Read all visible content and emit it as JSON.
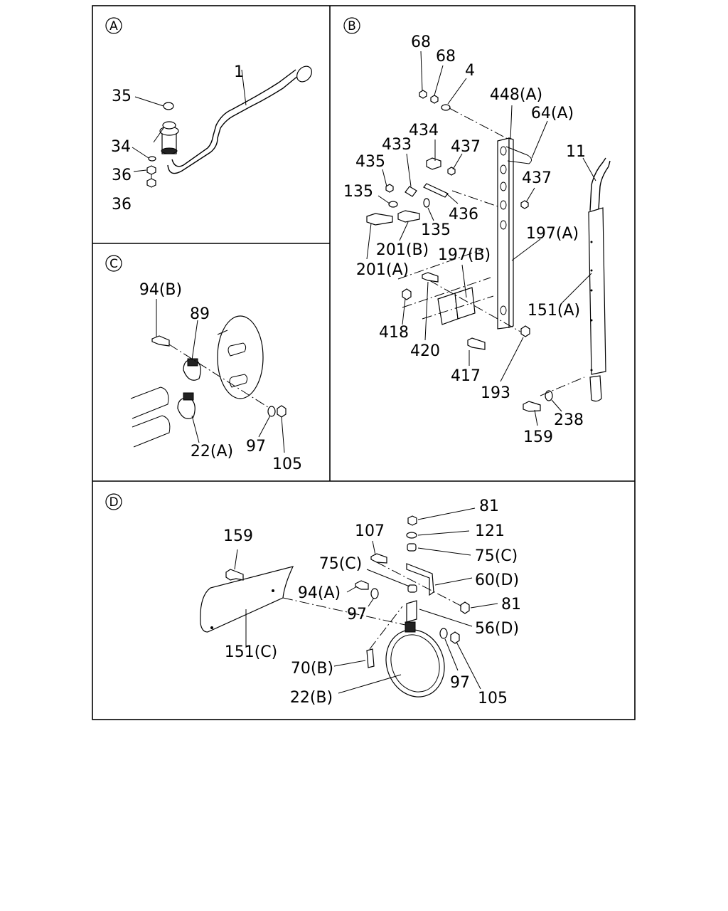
{
  "sections": {
    "a": {
      "marker": "A"
    },
    "b": {
      "marker": "B"
    },
    "c": {
      "marker": "C"
    },
    "d": {
      "marker": "D"
    }
  },
  "labels": {
    "a": [
      "1",
      "35",
      "34",
      "36",
      "36"
    ],
    "b": [
      "68",
      "68",
      "4",
      "448(A)",
      "64(A)",
      "11",
      "434",
      "433",
      "437",
      "435",
      "437",
      "135",
      "436",
      "135",
      "197(A)",
      "201(B)",
      "197(B)",
      "201(A)",
      "151(A)",
      "418",
      "420",
      "417",
      "193",
      "238",
      "159"
    ],
    "c": [
      "94(B)",
      "89",
      "22(A)",
      "97",
      "105"
    ],
    "d": [
      "81",
      "107",
      "121",
      "159",
      "75(C)",
      "75(C)",
      "60(D)",
      "94(A)",
      "81",
      "97",
      "56(D)",
      "151(C)",
      "70(B)",
      "97",
      "22(B)",
      "105"
    ]
  }
}
